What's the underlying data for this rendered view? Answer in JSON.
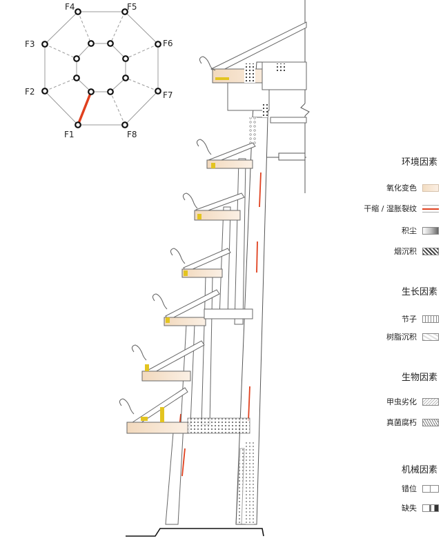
{
  "octagon_labels": {
    "f1": "F1",
    "f2": "F2",
    "f3": "F3",
    "f4": "F4",
    "f5": "F5",
    "f6": "F6",
    "f7": "F7",
    "f8": "F8"
  },
  "highlight_color": "#e0401e",
  "legend": {
    "env": {
      "title": "环境因素",
      "items": [
        "氧化变色",
        "干缩 / 湿胀裂纹",
        "积尘",
        "烟沉积"
      ]
    },
    "growth": {
      "title": "生长因素",
      "items": [
        "节子",
        "树脂沉积"
      ]
    },
    "bio": {
      "title": "生物因素",
      "items": [
        "甲虫劣化",
        "真菌腐朽"
      ]
    },
    "mech": {
      "title": "机械因素",
      "items": [
        "错位",
        "缺失"
      ]
    }
  }
}
